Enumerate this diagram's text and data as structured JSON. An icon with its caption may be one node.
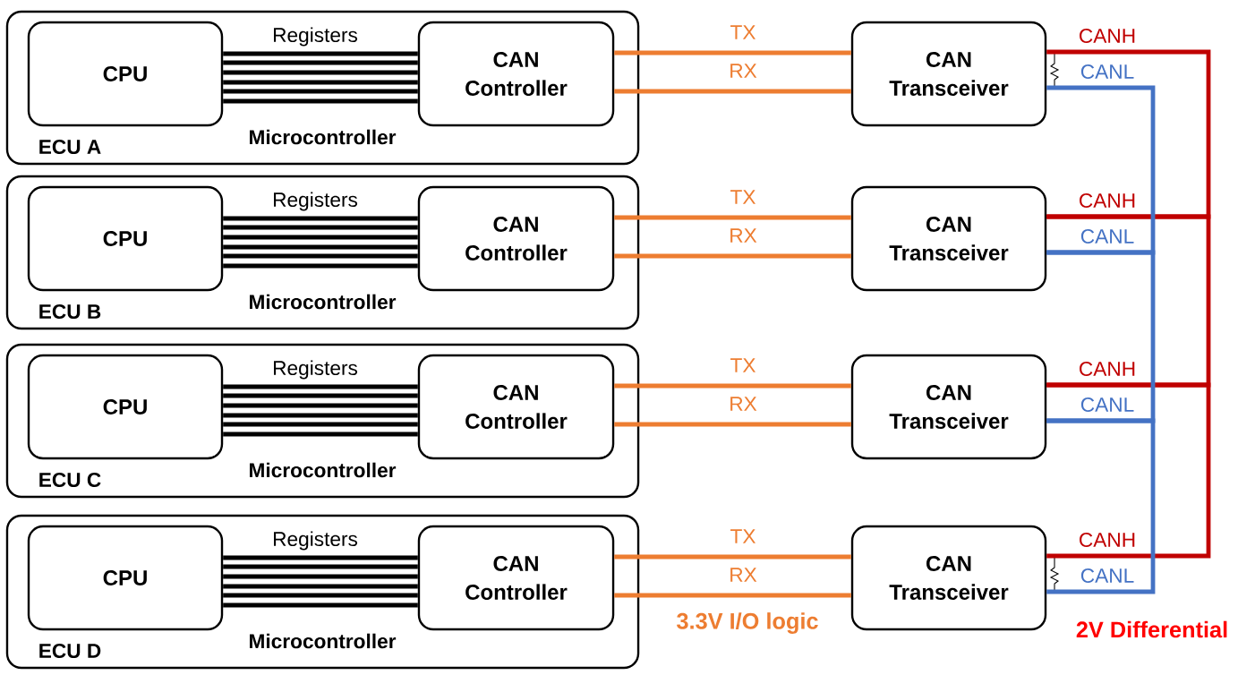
{
  "diagram": {
    "nodes": [
      {
        "text": [
          "Microcontroller",
          "ECU A"
        ]
      },
      {
        "text": [
          "CPU"
        ],
        "in": 0
      },
      {
        "text": [
          "CAN Controller"
        ],
        "in": 0
      },
      {
        "text": [
          "CAN Transceiver"
        ]
      },
      {
        "text": [
          "Microcontroller",
          "ECU B"
        ]
      },
      {
        "text": [
          "CPU"
        ],
        "in": 4
      },
      {
        "text": [
          "CAN Controller"
        ],
        "in": 4
      },
      {
        "text": [
          "CAN Transceiver"
        ]
      },
      {
        "text": [
          "Microcontroller",
          "ECU C"
        ]
      },
      {
        "text": [
          "CPU"
        ],
        "in": 8
      },
      {
        "text": [
          "CAN Controller"
        ],
        "in": 8
      },
      {
        "text": [
          "CAN Transceiver"
        ]
      },
      {
        "text": [
          "Microcontroller",
          "ECU D"
        ]
      },
      {
        "text": [
          "CPU"
        ],
        "in": 12
      },
      {
        "text": [
          "CAN Controller"
        ],
        "in": 12
      },
      {
        "text": [
          "CAN Transceiver"
        ]
      }
    ],
    "edges": [
      {
        "from": 1,
        "to": 2,
        "arrow": "none",
        "label": "Registers",
        "color": "#000000"
      },
      {
        "from": 2,
        "to": 3,
        "arrow": "none",
        "label": "TX"
      },
      {
        "from": 2,
        "to": 3,
        "arrow": "none",
        "label": "RX"
      },
      {
        "from": 5,
        "to": 6,
        "arrow": "none",
        "label": "Registers",
        "color": "#000000"
      },
      {
        "from": 6,
        "to": 7,
        "arrow": "none",
        "label": "TX"
      },
      {
        "from": 6,
        "to": 7,
        "arrow": "none",
        "label": "RX"
      },
      {
        "from": 9,
        "to": 10,
        "arrow": "none",
        "label": "Registers",
        "color": "#000000"
      },
      {
        "from": 10,
        "to": 11,
        "arrow": "none",
        "label": "TX"
      },
      {
        "from": 10,
        "to": 11,
        "arrow": "none",
        "label": "RX"
      },
      {
        "from": 13,
        "to": 14,
        "arrow": "none",
        "label": "Registers",
        "color": "#000000"
      },
      {
        "from": 14,
        "to": 15,
        "arrow": "none",
        "label": "TX"
      },
      {
        "from": 14,
        "to": 15,
        "arrow": "none",
        "label": "RX"
      },
      {
        "from": 3,
        "to": 7,
        "arrow": "none",
        "color": "#c00000"
      },
      {
        "from": 7,
        "to": 11,
        "arrow": "none",
        "color": "#c00000"
      },
      {
        "from": 11,
        "to": 15,
        "arrow": "none",
        "color": "#c00000"
      },
      {
        "from": 3,
        "to": 7,
        "arrow": "none",
        "color": "#4472c4"
      },
      {
        "from": 7,
        "to": 11,
        "arrow": "none",
        "color": "#4472c4"
      },
      {
        "from": 11,
        "to": 15,
        "arrow": "none",
        "color": "#4472c4"
      }
    ],
    "labels": [
      "CANH",
      "CANL",
      "CANH",
      "CANL",
      "CANH",
      "CANL",
      "CANH",
      "CANL",
      "3.3V I/O logic",
      "2V Differential"
    ]
  }
}
